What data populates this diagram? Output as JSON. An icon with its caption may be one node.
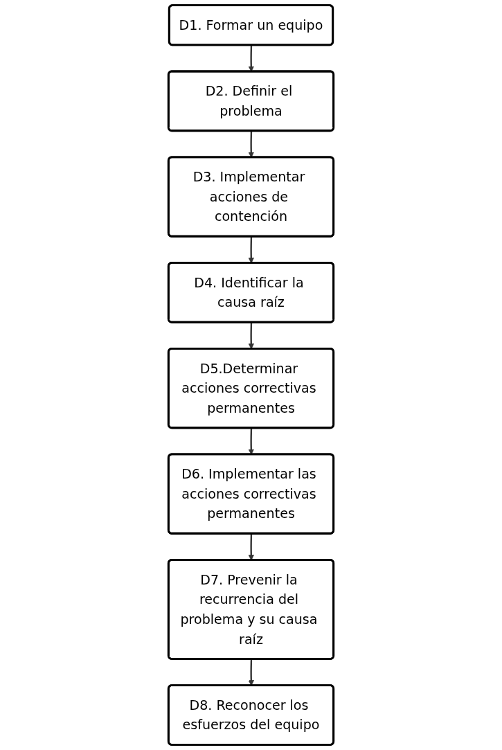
{
  "diagram": {
    "nodes": [
      {
        "text": [
          "D1. Formar un equipo"
        ]
      },
      {
        "text": [
          "D2. Definir el problema"
        ]
      },
      {
        "text": [
          "D3. Implementar acciones de contención"
        ]
      },
      {
        "text": [
          "D4. Identificar la causa raíz"
        ]
      },
      {
        "text": [
          "D5.Determinar acciones correctivas permanentes"
        ]
      },
      {
        "text": [
          "D6. Implementar las acciones correctivas permanentes"
        ]
      },
      {
        "text": [
          "D7. Prevenir la recurrencia del problema y su causa raíz"
        ]
      },
      {
        "text": [
          "D8. Reconocer los esfuerzos del equipo"
        ]
      }
    ],
    "edges": [
      {
        "from": 0,
        "to": 1,
        "arrow": "to"
      },
      {
        "from": 1,
        "to": 2,
        "arrow": "to"
      },
      {
        "from": 2,
        "to": 3,
        "arrow": "to"
      },
      {
        "from": 3,
        "to": 4,
        "arrow": "to"
      },
      {
        "from": 4,
        "to": 5,
        "arrow": "to"
      },
      {
        "from": 5,
        "to": 6,
        "arrow": "to"
      },
      {
        "from": 6,
        "to": 7,
        "arrow": "to"
      }
    ]
  }
}
